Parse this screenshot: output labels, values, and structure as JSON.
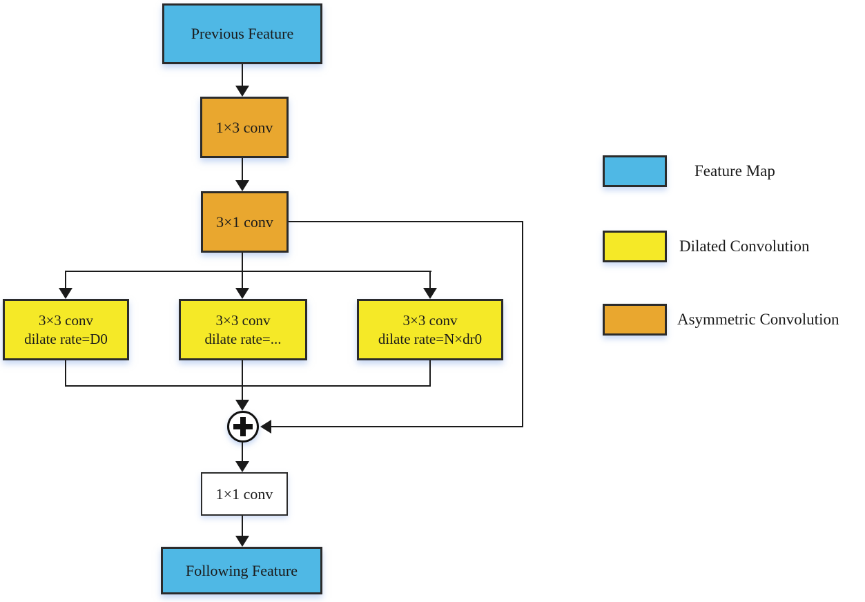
{
  "diagram": {
    "nodes": {
      "previous_feature": {
        "label": "Previous Feature",
        "type": "feature-map"
      },
      "conv_1x3": {
        "label": "1×3 conv",
        "type": "asymmetric-convolution"
      },
      "conv_3x1": {
        "label": "3×1 conv",
        "type": "asymmetric-convolution"
      },
      "dilate_first": {
        "line1": "3×3 conv",
        "line2": "dilate rate=D0",
        "type": "dilated-convolution"
      },
      "dilate_middle": {
        "line1": "3×3 conv",
        "line2": "dilate rate=...",
        "type": "dilated-convolution"
      },
      "dilate_last": {
        "line1": "3×3 conv",
        "line2": "dilate rate=N×dr0",
        "type": "dilated-convolution"
      },
      "conv_1x1": {
        "label": "1×1 conv",
        "type": "plain"
      },
      "following_feature": {
        "label": "Following Feature",
        "type": "feature-map"
      }
    },
    "sum_operator": "+",
    "legend": {
      "items": [
        {
          "label": "Feature Map",
          "color": "#4FB8E5"
        },
        {
          "label": "Dilated Convolution",
          "color": "#F5E927"
        },
        {
          "label": "Asymmetric Convolution",
          "color": "#E9A72F"
        }
      ]
    },
    "colors": {
      "feature_map": "#4FB8E5",
      "dilated_convolution": "#F5E927",
      "asymmetric_convolution": "#E9A72F",
      "plain_node": "#FFFFFF",
      "node_border": "#2B2B2B",
      "connector": "#1A1A1A",
      "background": "#FFFFFF"
    }
  }
}
